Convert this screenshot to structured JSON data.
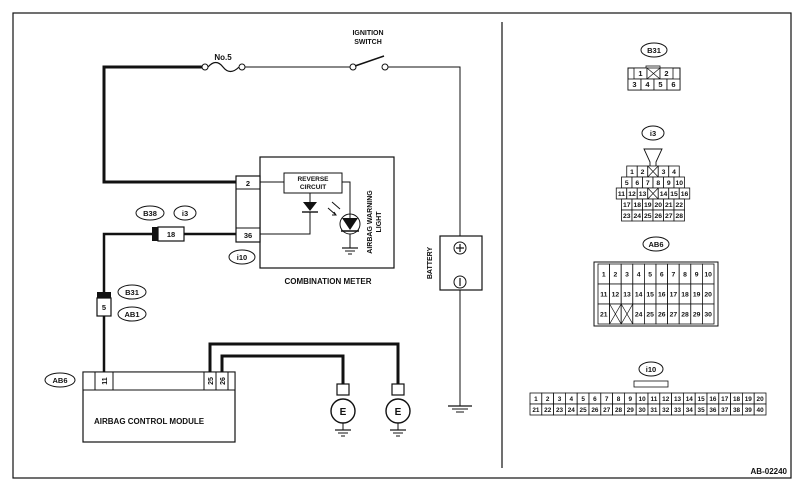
{
  "fuse": "No.5",
  "ignition_switch": [
    "IGNITION",
    "SWITCH"
  ],
  "combination_meter": {
    "title": "COMBINATION METER",
    "reverse_circuit": [
      "REVERSE",
      "CIRCUIT"
    ],
    "terminal_top": "2",
    "terminal_bottom": "36",
    "connector": "i10",
    "warning_light": [
      "AIRBAG WARNING",
      "LIGHT"
    ]
  },
  "connector_b38": "B38",
  "connector_i3": "i3",
  "pin_18": "18",
  "connector_b31": "B31",
  "connector_ab1": "AB1",
  "pin_5": "5",
  "connector_ab6": "AB6",
  "module": {
    "title": "AIRBAG CONTROL MODULE",
    "pin_11": "11",
    "pin_25": "25",
    "pin_26": "26"
  },
  "ground_label": "E",
  "battery": "BATTERY",
  "figure_id": "AB-02240",
  "connector_views": {
    "b31": {
      "name": "B31",
      "rows": [
        [
          "1",
          "",
          "2"
        ],
        [
          "3",
          "4",
          "5",
          "6"
        ]
      ]
    },
    "i3": {
      "name": "i3",
      "rows": [
        [
          "1",
          "2",
          "",
          "3",
          "4"
        ],
        [
          "5",
          "6",
          "7",
          "8",
          "9",
          "10"
        ],
        [
          "11",
          "12",
          "13",
          "",
          "14",
          "15",
          "16"
        ],
        [
          "17",
          "18",
          "19",
          "20",
          "21",
          "22"
        ],
        [
          "23",
          "24",
          "25",
          "26",
          "27",
          "28"
        ]
      ]
    },
    "ab6": {
      "name": "AB6",
      "rows": [
        [
          "1",
          "2",
          "3",
          "4",
          "5",
          "6",
          "7",
          "8",
          "9",
          "10"
        ],
        [
          "11",
          "12",
          "13",
          "14",
          "15",
          "16",
          "17",
          "18",
          "19",
          "20"
        ],
        [
          "21",
          "",
          "",
          "24",
          "25",
          "26",
          "27",
          "28",
          "29",
          "30"
        ]
      ]
    },
    "i10": {
      "name": "i10",
      "rows": [
        [
          "1",
          "2",
          "3",
          "4",
          "5",
          "6",
          "7",
          "8",
          "9",
          "10",
          "11",
          "12",
          "13",
          "14",
          "15",
          "16",
          "17",
          "18",
          "19",
          "20"
        ],
        [
          "21",
          "22",
          "23",
          "24",
          "25",
          "26",
          "27",
          "28",
          "29",
          "30",
          "31",
          "32",
          "33",
          "34",
          "35",
          "36",
          "37",
          "38",
          "39",
          "40"
        ]
      ]
    }
  }
}
